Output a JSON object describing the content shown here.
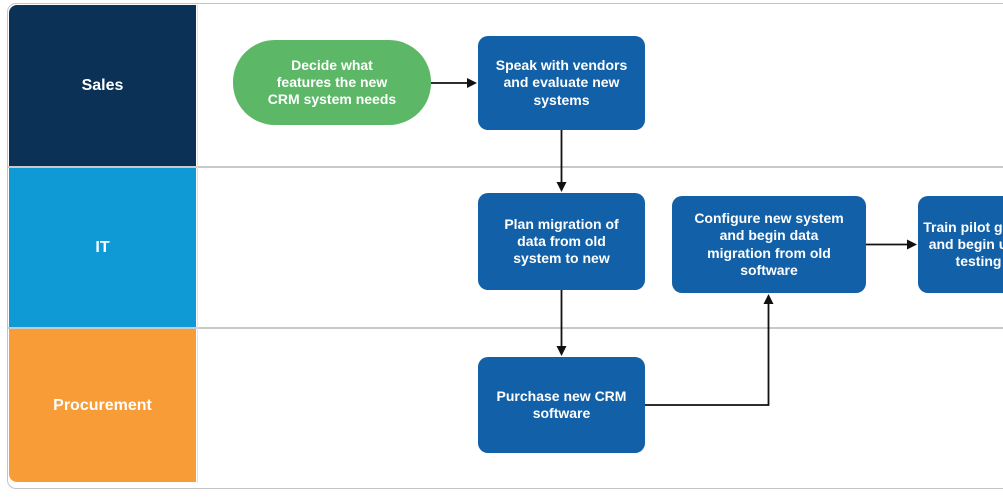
{
  "colors": {
    "lane_sales": "#0b3256",
    "lane_it": "#0f9ad5",
    "lane_procurement": "#f89c38",
    "terminator_fill": "#5cb867",
    "process_fill": "#1160a8",
    "lane_divider": "#c9c9c9",
    "frame_border": "#c4c4c4",
    "connector": "#111111",
    "text_on_fill": "#ffffff"
  },
  "lanes": [
    {
      "id": "sales",
      "label": "Sales"
    },
    {
      "id": "it",
      "label": "IT"
    },
    {
      "id": "procurement",
      "label": "Procurement"
    }
  ],
  "nodes": [
    {
      "id": "decide-features",
      "shape": "terminator",
      "lane": "sales",
      "text": "Decide what\nfeatures the new\nCRM system needs"
    },
    {
      "id": "speak-vendors",
      "shape": "process",
      "lane": "sales",
      "text": "Speak with vendors\nand evaluate new\nsystems"
    },
    {
      "id": "plan-migration",
      "shape": "process",
      "lane": "it",
      "text": "Plan migration of\ndata from old\nsystem to new"
    },
    {
      "id": "configure-system",
      "shape": "process",
      "lane": "it",
      "text": "Configure new system\nand begin data\nmigration from old\nsoftware"
    },
    {
      "id": "train-pilot",
      "shape": "process",
      "lane": "it",
      "text": "Train pilot group\nand begin user\ntesting"
    },
    {
      "id": "purchase-crm",
      "shape": "process",
      "lane": "procurement",
      "text": "Purchase new CRM\nsoftware"
    }
  ],
  "edges": [
    {
      "from": "decide-features",
      "to": "speak-vendors"
    },
    {
      "from": "speak-vendors",
      "to": "plan-migration"
    },
    {
      "from": "plan-migration",
      "to": "purchase-crm"
    },
    {
      "from": "purchase-crm",
      "to": "configure-system"
    },
    {
      "from": "configure-system",
      "to": "train-pilot"
    }
  ]
}
